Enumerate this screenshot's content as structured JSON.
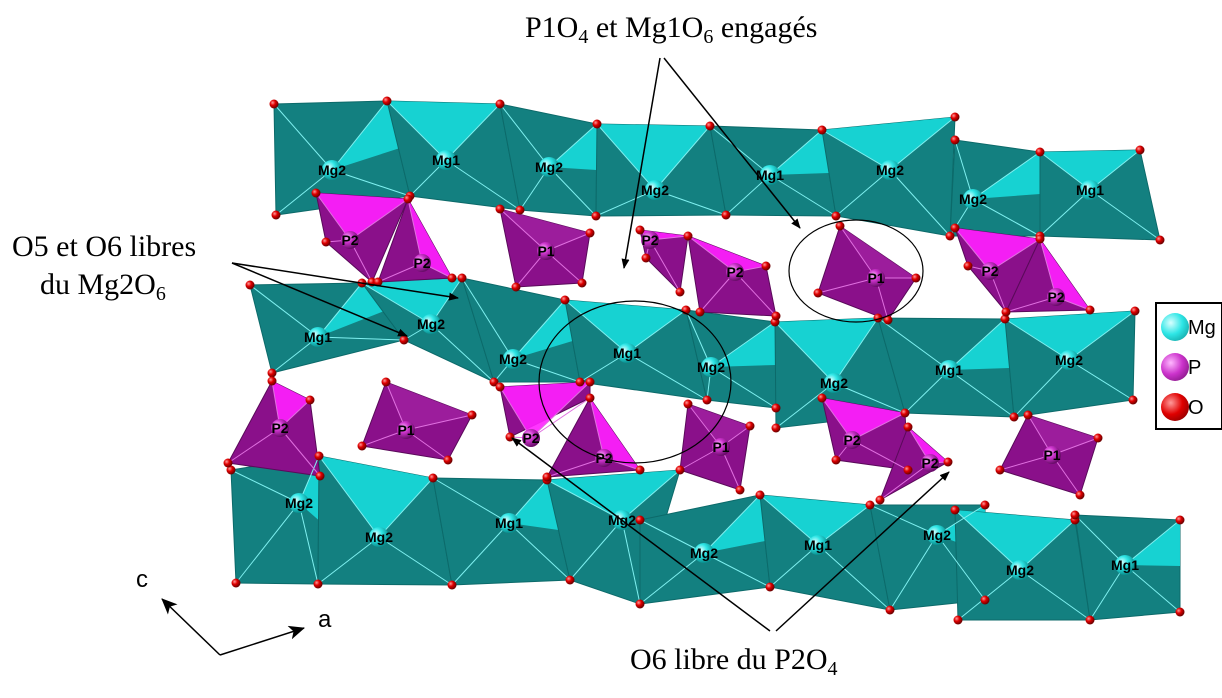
{
  "annotations": {
    "top": {
      "text": "P1O",
      "s1": "4",
      "mid": " et Mg1O",
      "s2": "6",
      "end": " engagés"
    },
    "left_line1": "O5 et O6 libres",
    "left_line2": {
      "text": "du Mg2O",
      "sub": "6"
    },
    "bottom": {
      "text": "O6 libre du P2O",
      "sub": "4"
    }
  },
  "legend": {
    "items": [
      {
        "label": "Mg",
        "color": "#2ee6e6"
      },
      {
        "label": "P",
        "color": "#cc33cc"
      },
      {
        "label": "O",
        "color": "#e00000"
      }
    ]
  },
  "axes": {
    "c": "c",
    "a": "a"
  },
  "atom_labels": {
    "mg1": "Mg1",
    "mg2": "Mg2",
    "p1": "P1",
    "p2": "P2"
  },
  "colors": {
    "mg_dark": "#138080",
    "mg_light": "#19e0e0",
    "p_dark": "#8a108a",
    "p_light": "#ff20ff",
    "oxygen": "#e00000"
  }
}
